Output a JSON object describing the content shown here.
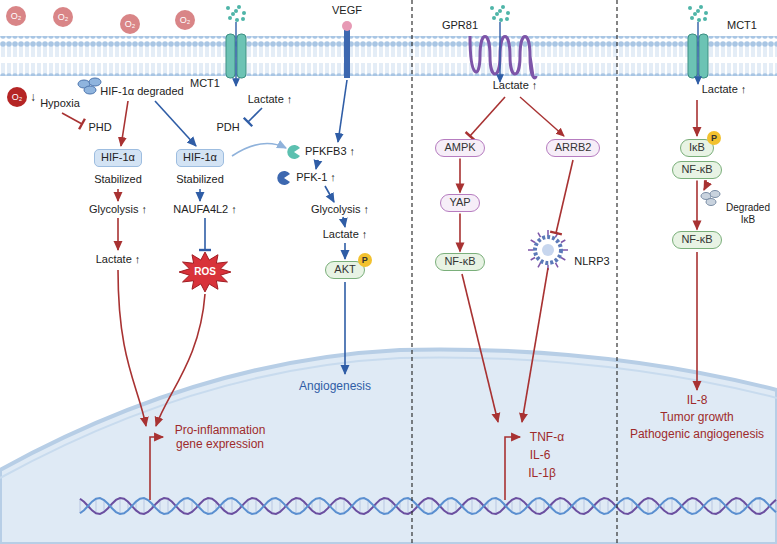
{
  "diagram": {
    "nodes": [
      {
        "text": [
          "O₂"
        ]
      },
      {
        "text": [
          "O₂"
        ]
      },
      {
        "text": [
          "O₂"
        ]
      },
      {
        "text": [
          "O₂"
        ]
      },
      {
        "text": [
          "O₂"
        ]
      },
      {
        "text": [
          "HIF-1α"
        ]
      },
      {
        "text": [
          "HIF-1α"
        ]
      },
      {
        "text": [
          "AMPK"
        ]
      },
      {
        "text": [
          "ARRB2"
        ]
      },
      {
        "text": [
          "IκB"
        ]
      },
      {
        "text": [
          "P"
        ],
        "in": 9
      },
      {
        "text": [
          "NF-κB"
        ]
      },
      {
        "text": [
          "YAP"
        ]
      },
      {
        "text": [
          "NF-κB"
        ]
      },
      {
        "text": [
          "NF-κB"
        ]
      },
      {
        "text": [
          "AKT"
        ]
      },
      {
        "text": [
          "P"
        ],
        "in": 15
      },
      {
        "text": [
          "ROS"
        ]
      }
    ],
    "edges": [
      {
        "from": 7,
        "to": 12,
        "arrow": "to"
      },
      {
        "from": 12,
        "to": 14,
        "arrow": "to"
      },
      {
        "from": 11,
        "to": 13,
        "arrow": "to"
      }
    ],
    "labels": [
      "Hypoxia",
      "↓",
      "HIF-1α degraded",
      "PHD",
      "PDH",
      "MCT1",
      "Lactate ↑",
      "VEGF",
      "Stabilized",
      "Stabilized",
      "PFKFB3 ↑",
      "PFK-1 ↑",
      "Glycolysis ↑",
      "NAUFA4L2 ↑",
      "Glycolysis ↑",
      "Lactate ↑",
      "Lactate ↑",
      "Angiogenesis",
      "Pro-inflammation gene expression",
      "GPR81",
      "Lactate ↑",
      "NLRP3",
      "TNF-α",
      "IL-6",
      "IL-1β",
      "MCT1",
      "Lactate ↑",
      "Degraded IκB",
      "IL-8",
      "Tumor growth",
      "Pathogenic angiogenesis"
    ]
  }
}
